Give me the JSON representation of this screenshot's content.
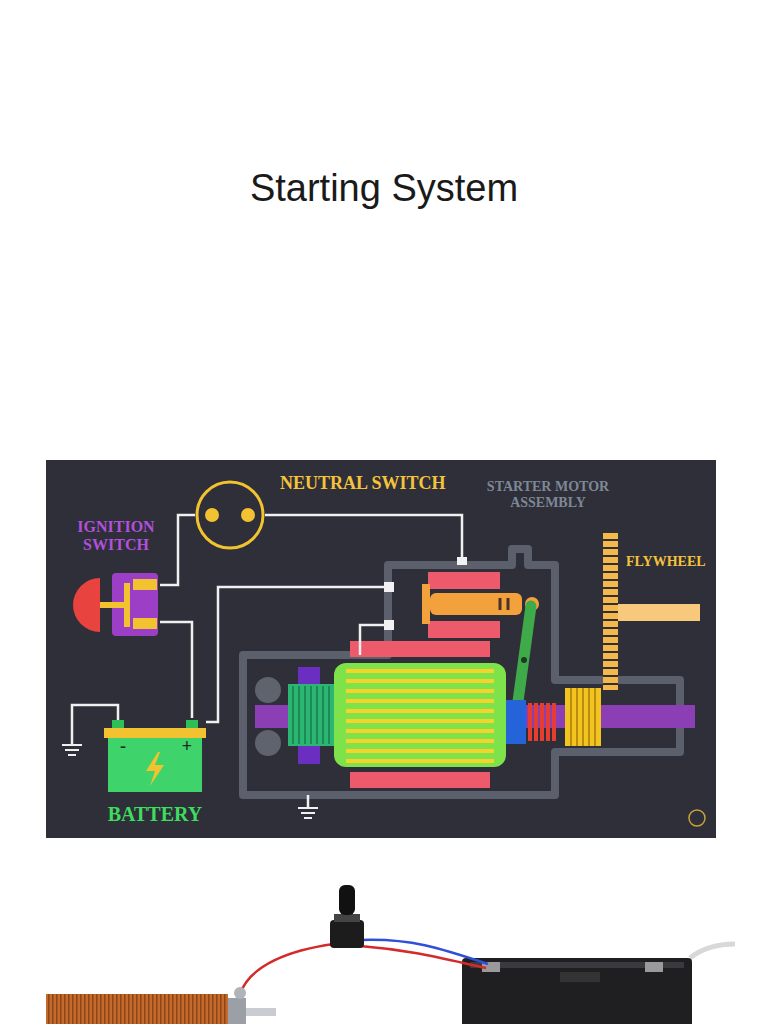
{
  "diagram": {
    "title": "Starting System",
    "nodes": [
      {
        "text": [
          "NEUTRAL SWITCH"
        ]
      },
      {
        "text": [
          "STARTER MOTOR ASSEMBLY"
        ]
      },
      {
        "text": [
          "IGNITION SWITCH"
        ]
      },
      {
        "text": [
          "FLYWHEEL"
        ]
      },
      {
        "text": [
          "BATTERY",
          "-",
          "+"
        ]
      }
    ],
    "edges": [
      {
        "from": 2,
        "to": 0,
        "arrow": "none"
      },
      {
        "from": 0,
        "to": 1,
        "arrow": "none"
      },
      {
        "from": 4,
        "to": 2,
        "arrow": "none"
      },
      {
        "from": 4,
        "to": 1,
        "arrow": "none"
      }
    ]
  }
}
